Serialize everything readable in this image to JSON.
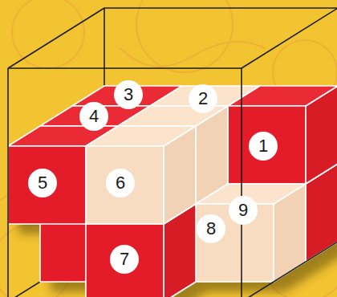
{
  "diagram": {
    "nodes": [
      {
        "text": [
          "3"
        ]
      },
      {
        "text": [
          "2"
        ]
      },
      {
        "text": [
          "4"
        ]
      },
      {
        "text": [
          "1"
        ]
      },
      {
        "text": [
          "5"
        ]
      },
      {
        "text": [
          "6"
        ]
      },
      {
        "text": [
          "9"
        ]
      },
      {
        "text": [
          "8"
        ]
      },
      {
        "text": [
          "7"
        ]
      }
    ]
  }
}
